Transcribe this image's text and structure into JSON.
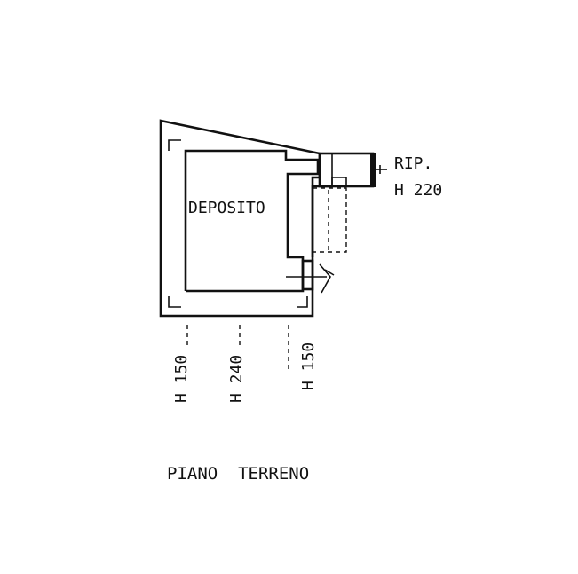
{
  "plan": {
    "room_label": "DEPOSITO",
    "annex_label_line1": "RIP.",
    "annex_label_line2": "H 220",
    "heights": [
      "H 150",
      "H 240",
      "H 150"
    ],
    "floor_title": "PIANO  TERRENO"
  }
}
